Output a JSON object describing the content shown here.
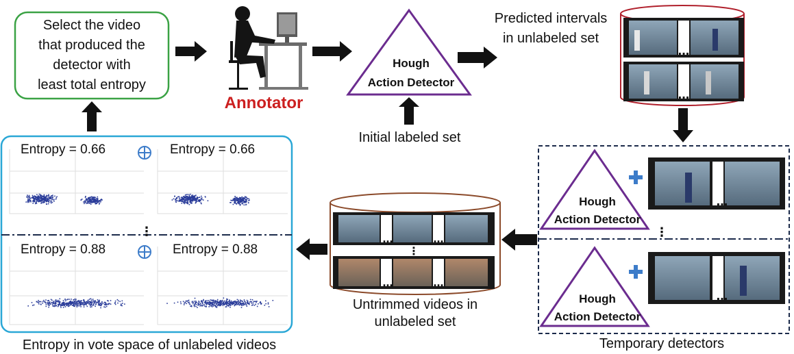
{
  "selection_box": {
    "lines": [
      "Select the video",
      "that produced the",
      "detector with",
      "least total entropy"
    ]
  },
  "annotator": {
    "label": "Annotator",
    "label_color": "#cc1f1f"
  },
  "hough_detector": {
    "line1": "Hough",
    "line2": "Action Detector"
  },
  "initial_set": {
    "label": "Initial labeled set"
  },
  "predicted": {
    "lines": [
      "Predicted intervals",
      "in unlabeled set"
    ]
  },
  "temporary": {
    "label": "Temporary detectors"
  },
  "untrimmed": {
    "lines": [
      "Untrimmed videos in",
      "unlabeled set"
    ]
  },
  "entropy": {
    "caption": "Entropy in vote space of unlabeled videos",
    "values": [
      "Entropy = 0.66",
      "Entropy = 0.66",
      "Entropy = 0.88",
      "Entropy = 0.88"
    ]
  },
  "ellipsis": "...",
  "colors": {
    "selection_border": "#3aa244",
    "entropy_border": "#2aa7d6",
    "predicted_cylinder": "#b0202c",
    "untrimmed_cylinder": "#8b4a2a",
    "triangle": "#6b2c8f",
    "plus": "#3d7cc9",
    "scatter": "#2b3d9a",
    "temp_border": "#1b2a4a"
  },
  "icons": [
    "arrow-right-icon",
    "arrow-down-icon",
    "arrow-up-icon",
    "arrow-left-icon",
    "plus-icon",
    "oplus-icon",
    "annotator-silhouette-icon",
    "film-strip-icon"
  ]
}
